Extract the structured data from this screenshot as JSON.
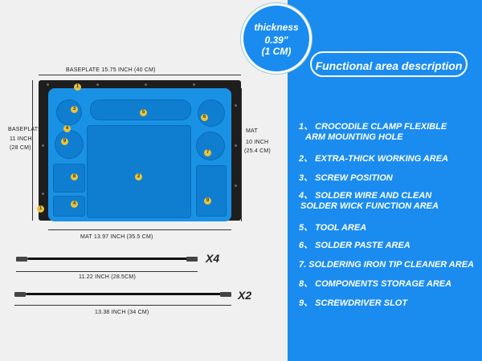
{
  "thickness": {
    "label": "thickness",
    "value": "0.39\"",
    "metric": "(1 CM)"
  },
  "heading": "Functional area description",
  "items": [
    {
      "line1": "1、 CROCODILE CLAMP FLEXIBLE",
      "line2": "ARM MOUNTING HOLE"
    },
    {
      "line1": "2、 EXTRA-THICK WORKING AREA",
      "line2": ""
    },
    {
      "line1": "3、 SCREW POSITION",
      "line2": ""
    },
    {
      "line1": "4、 SOLDER WIRE AND CLEAN",
      "line2": "SOLDER WICK FUNCTION AREA"
    },
    {
      "line1": "5、 TOOL AREA",
      "line2": ""
    },
    {
      "line1": "6、 SOLDER PASTE AREA",
      "line2": ""
    },
    {
      "line1": "7. SOLDERING IRON TIP CLEANER AREA",
      "line2": ""
    },
    {
      "line1": "8、 COMPONENTS STORAGE AREA",
      "line2": ""
    },
    {
      "line1": "9、 SCREWDRIVER SLOT",
      "line2": ""
    }
  ],
  "dims": {
    "baseplate_width": "BASEPLATE     15.75 INCH (40 CM)",
    "baseplate_height_label": "BASEPLATE",
    "baseplate_height_in": "11 INCH",
    "baseplate_height_cm": "(28 CM)",
    "mat_height_label": "MAT",
    "mat_height_in": "10 INCH",
    "mat_height_cm": "(25.4 CM)",
    "mat_width": "MAT       13.97 INCH (35.5 CM)",
    "arm1_length": "11.22 INCH (28.5CM)",
    "arm2_length": "13.38 INCH (34 CM)",
    "arm1_qty": "X4",
    "arm2_qty": "X2"
  },
  "markers": [
    "1",
    "2",
    "3",
    "4",
    "5",
    "6",
    "7",
    "8",
    "9"
  ],
  "colors": {
    "panel_blue": "#1a8cf0",
    "mat_blue": "#1992e6",
    "baseplate": "#1e1e1e"
  }
}
